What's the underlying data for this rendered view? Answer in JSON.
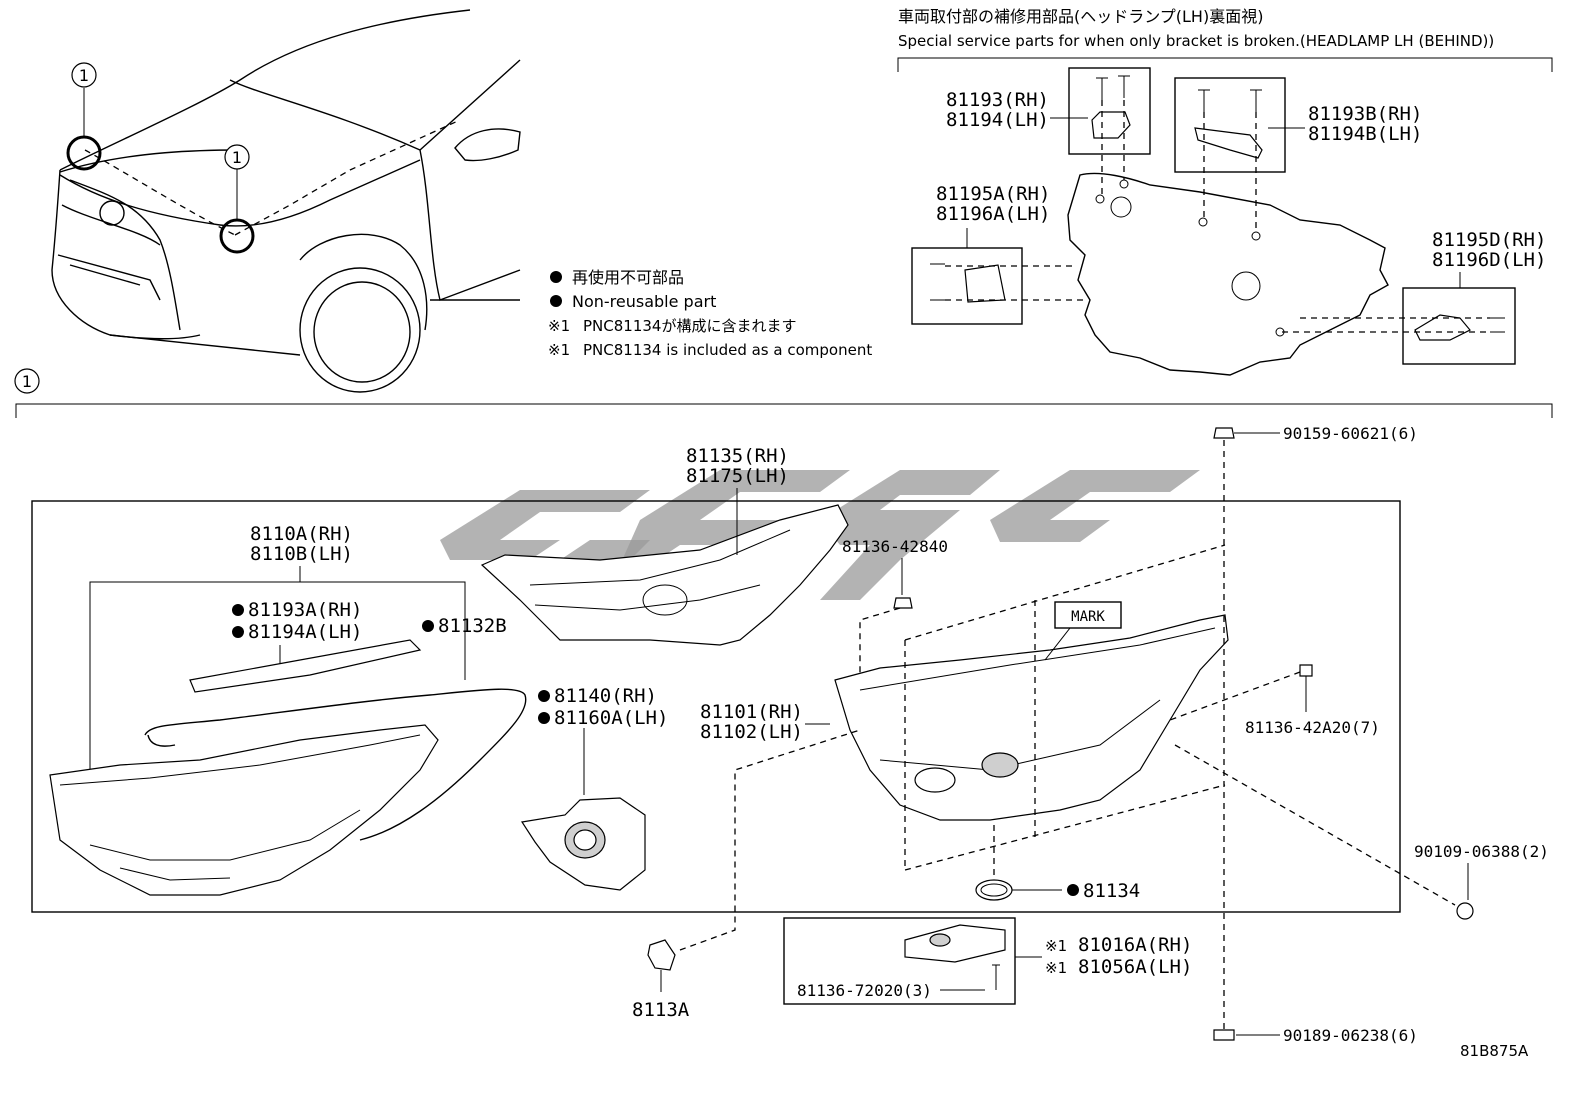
{
  "header": {
    "title_jp": "車両取付部の補修用部品(ヘッドランプ(LH)裏面視)",
    "title_en": "Special service parts for when only bracket is broken.(HEADLAMP LH (BEHIND))"
  },
  "legend": {
    "symbol": "●",
    "nonreusable_jp": "再使用不可部品",
    "nonreusable_en": "Non-reusable part",
    "note_mark": "※1",
    "note_jp": "PNC81134が構成に含まれます",
    "note_en": "PNC81134 is included as a component"
  },
  "callouts": {
    "c1": "1"
  },
  "top_parts": {
    "p81193": "81193(RH)",
    "p81194": "81194(LH)",
    "p81193B": "81193B(RH)",
    "p81194B": "81194B(LH)",
    "p81195A": "81195A(RH)",
    "p81196A": "81196A(LH)",
    "p81195D": "81195D(RH)",
    "p81196D": "81196D(LH)"
  },
  "main_parts": {
    "p81135": "81135(RH)",
    "p81175": "81175(LH)",
    "p8110A": "8110A(RH)",
    "p8110B": "8110B(LH)",
    "p81193A": "81193A(RH)",
    "p81194A": "81194A(LH)",
    "p81132B": "81132B",
    "p81140": "81140(RH)",
    "p81160A": "81160A(LH)",
    "p81136_42840": "81136-42840",
    "mark": "MARK",
    "p81101": "81101(RH)",
    "p81102": "81102(LH)",
    "p90159": "90159-60621(6)",
    "p81136_42A20": "81136-42A20(7)",
    "p90109": "90109-06388(2)",
    "p81134": "81134",
    "p81016A": "81016A(RH)",
    "p81056A": "81056A(LH)",
    "p81136_72020": "81136-72020(3)",
    "p8113A": "8113A",
    "p90189": "90189-06238(6)"
  },
  "figure_id": "81B875A"
}
